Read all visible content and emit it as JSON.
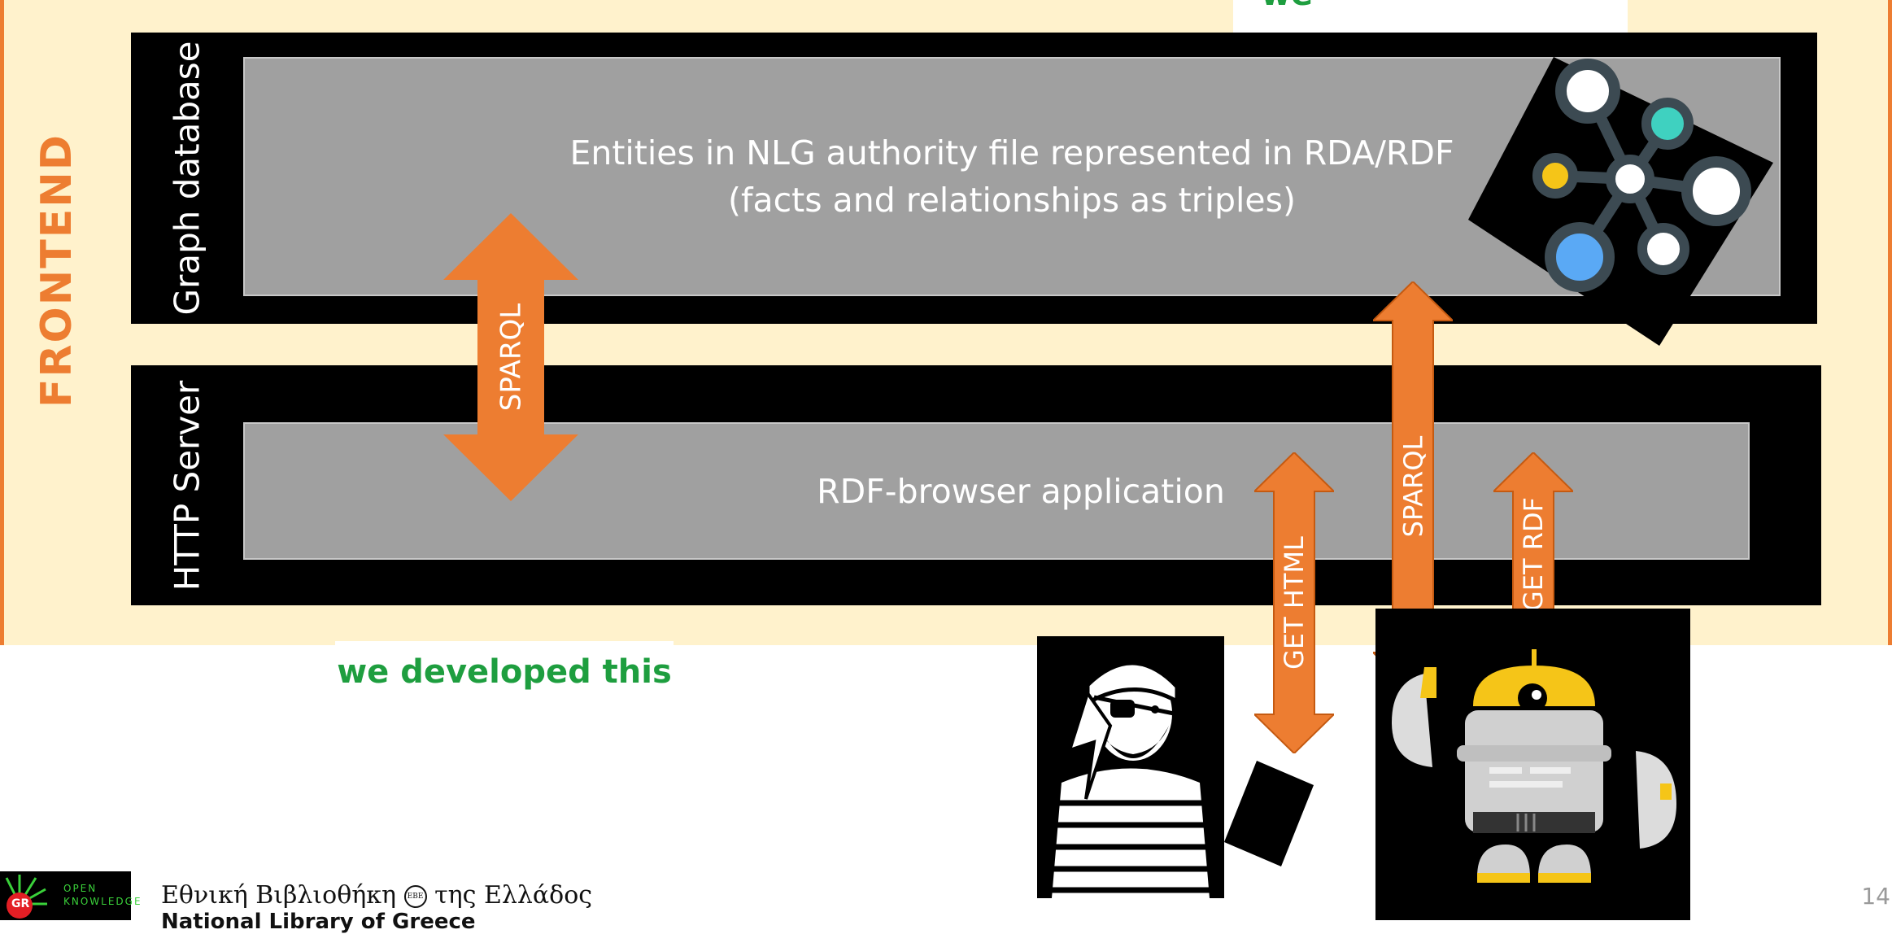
{
  "frontend_label": "FRONTEND",
  "graph_layer": {
    "label": "Graph database",
    "text_line1": "Entities in NLG authority file represented in RDA/RDF",
    "text_line2": "(facts and relationships as triples)"
  },
  "http_layer": {
    "label": "HTTP Server",
    "text": "RDF-browser application"
  },
  "arrows": {
    "sparql_left": "SPARQL",
    "get_html": "GET HTML",
    "sparql_right": "SPARQL",
    "get_rdf": "GET RDF"
  },
  "notes": {
    "we_developed": "we developed this",
    "top_note": "we"
  },
  "footer": {
    "library_greek": "Εθνική Βιβλιοθήκη",
    "library_greek_suffix": "της Ελλάδος",
    "library_english": "National Library of Greece",
    "okf_line1": "OPEN",
    "okf_line2": "KNOWLEDGE",
    "okf_badge": "GR",
    "seal": "EBE"
  },
  "page_number": "14",
  "colors": {
    "accent_orange": "#ed7d31",
    "frontend_bg": "#fff2cc",
    "inner_gray": "#a0a0a0",
    "note_green": "#1e9e3f",
    "node_teal": "#3fd1c0",
    "node_yellow": "#f5c518",
    "node_blue": "#5aa9f5"
  },
  "icons": {
    "graph": "graph-network-icon",
    "pirate": "pirate-user-icon",
    "robot": "robot-icon",
    "phone": "phone-icon"
  }
}
